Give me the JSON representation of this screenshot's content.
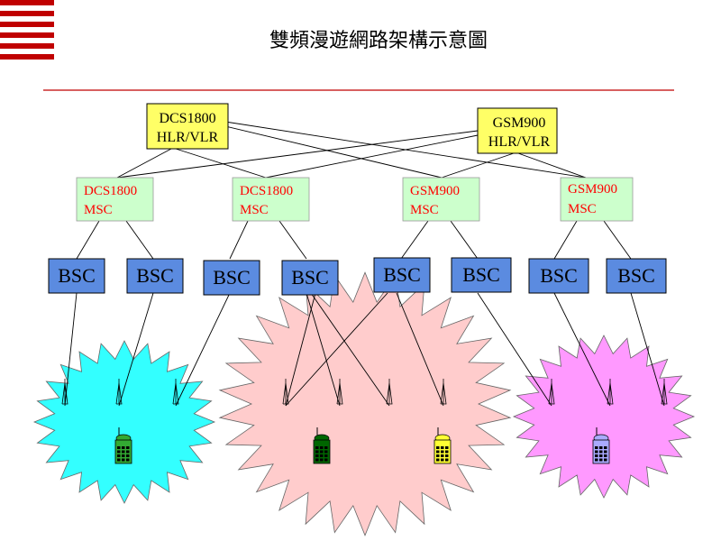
{
  "title": "雙頻漫遊網路架構示意圖",
  "colors": {
    "stripe": "#c00000",
    "rule": "#c00000",
    "hlr_fill": "#ffff66",
    "msc_fill": "#ccffcc",
    "msc_text": "#ff0000",
    "bsc_fill": "#5b8be0",
    "line": "#000000",
    "cell_cyan": "#33ffff",
    "cell_pink": "#ffcccc",
    "cell_magenta": "#ff99ff"
  },
  "hlr": [
    {
      "line1": "DCS1800",
      "line2": "HLR/VLR"
    },
    {
      "line1": "GSM900",
      "line2": "HLR/VLR"
    }
  ],
  "msc": [
    {
      "line1": "DCS1800",
      "line2": "MSC"
    },
    {
      "line1": "DCS1800",
      "line2": "MSC"
    },
    {
      "line1": "GSM900",
      "line2": "MSC"
    },
    {
      "line1": "GSM900",
      "line2": "MSC"
    }
  ],
  "bsc_label": "BSC",
  "handsets": [
    {
      "color": "#33aa33",
      "name": "green handset"
    },
    {
      "color": "#006600",
      "name": "dark green handset"
    },
    {
      "color": "#ffff33",
      "name": "yellow handset"
    },
    {
      "color": "#aaaaff",
      "name": "lavender handset"
    }
  ]
}
